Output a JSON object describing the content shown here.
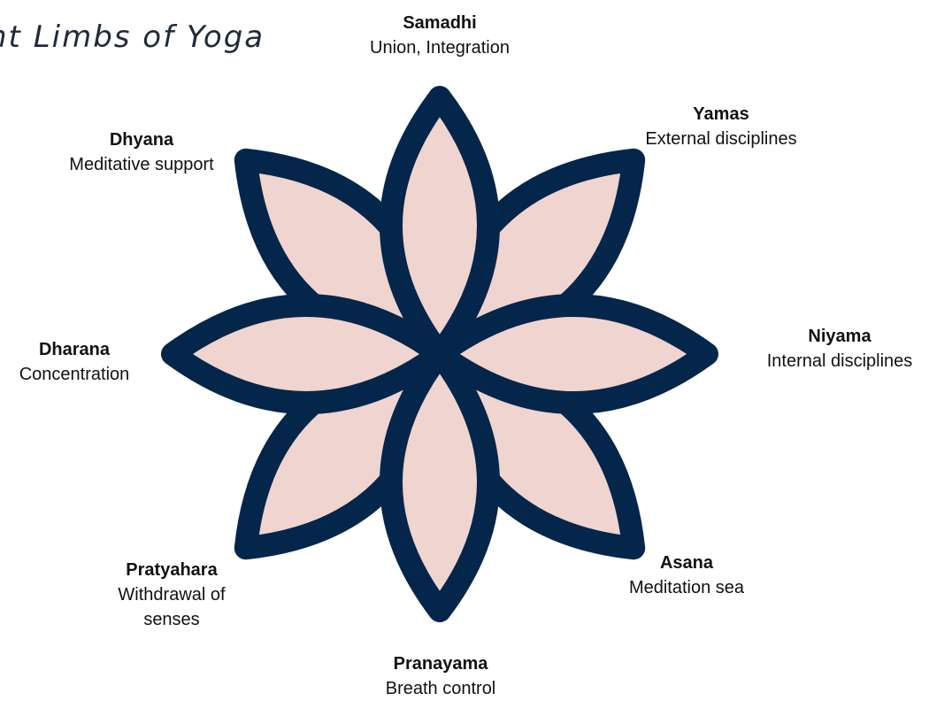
{
  "title": "ht Limbs of Yoga",
  "colors": {
    "petal_fill": "#f0d4cf",
    "petal_stroke": "#03264a",
    "background": "#ffffff"
  },
  "petals": {
    "count": 8,
    "inner_shape": "four small petals at diagonals",
    "outer_shape": "four large petals at cardinal directions"
  },
  "limbs": [
    {
      "id": "samadhi",
      "name": "Samadhi",
      "desc": "Union, Integration"
    },
    {
      "id": "yamas",
      "name": "Yamas",
      "desc": "External disciplines"
    },
    {
      "id": "niyama",
      "name": "Niyama",
      "desc": "Internal disciplines"
    },
    {
      "id": "asana",
      "name": "Asana",
      "desc": "Meditation sea"
    },
    {
      "id": "pranayama",
      "name": "Pranayama",
      "desc": "Breath control"
    },
    {
      "id": "pratyahara",
      "name": "Pratyahara",
      "desc": "Withdrawal of senses"
    },
    {
      "id": "dharana",
      "name": "Dharana",
      "desc": "Concentration"
    },
    {
      "id": "dhyana",
      "name": "Dhyana",
      "desc": "Meditative support"
    }
  ]
}
